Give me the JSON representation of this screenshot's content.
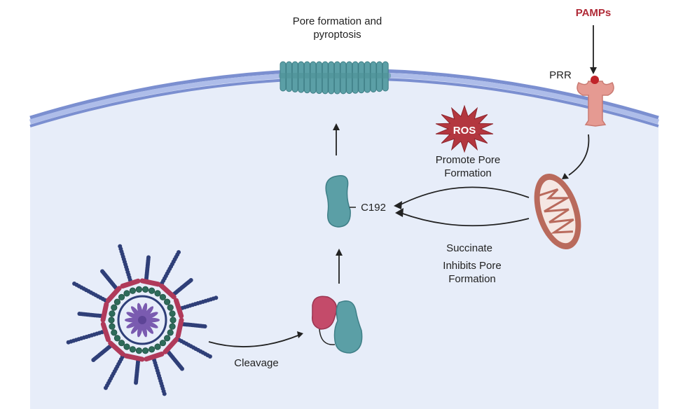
{
  "labels": {
    "pore_formation": [
      "Pore formation and",
      "pyroptosis"
    ],
    "pamps": "PAMPs",
    "prr": "PRR",
    "ros": "ROS",
    "promote": [
      "Promote Pore",
      "Formation"
    ],
    "c192": "C192",
    "succinate": "Succinate",
    "inhibits": [
      "Inhibits Pore",
      "Formation"
    ],
    "cleavage": "Cleavage"
  },
  "colors": {
    "cytoplasm": "#e7edf9",
    "membrane_outer": "#7b8fd0",
    "membrane_inner": "#aebde9",
    "pore_protein": "#5b9fa6",
    "pamps_text": "#b02a37",
    "ros_star": "#b3373f",
    "prr": "#e59a92",
    "mitochondrion_outer": "#b96a5c",
    "mitochondrion_inner": "#f5e7e3",
    "inflammasome_blue": "#2f3f78",
    "inflammasome_green": "#2e6b5a",
    "inflammasome_red": "#b03a5a",
    "inflammasome_purple": "#7a5bb0",
    "gasdermin_n": "#c44b6a"
  },
  "icons": [
    "pore-complex-icon",
    "prr-receptor-icon",
    "ros-burst-icon",
    "mitochondrion-icon",
    "gasdermin-fragment-icon",
    "gasdermin-full-icon",
    "inflammasome-icon"
  ]
}
